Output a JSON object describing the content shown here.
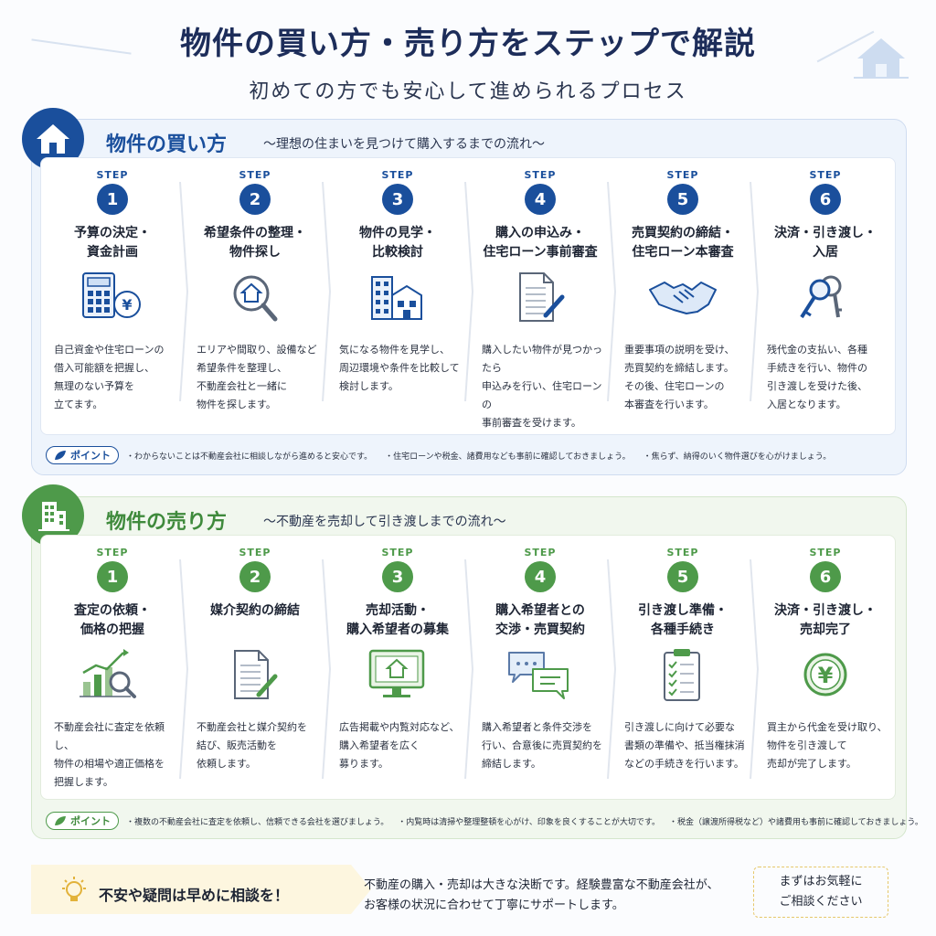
{
  "header": {
    "title": "物件の買い方・売り方をステップで解説",
    "subtitle": "初めての方でも安心して進められるプロセス"
  },
  "buy": {
    "title": "物件の買い方",
    "subtitle": "〜理想の住まいを見つけて購入するまでの流れ〜",
    "accent": "#1a4f9c",
    "step_label": "STEP",
    "steps": [
      {
        "num": "1",
        "title": "予算の決定・\n資金計画",
        "icon": "calculator-yen-icon",
        "desc": "自己資金や住宅ローンの\n借入可能額を把握し、\n無理のない予算を\n立てます。"
      },
      {
        "num": "2",
        "title": "希望条件の整理・\n物件探し",
        "icon": "magnifier-house-icon",
        "desc": "エリアや間取り、設備など\n希望条件を整理し、\n不動産会社と一緒に\n物件を探します。"
      },
      {
        "num": "3",
        "title": "物件の見学・\n比較検討",
        "icon": "buildings-icon",
        "desc": "気になる物件を見学し、\n周辺環境や条件を比較して\n検討します。"
      },
      {
        "num": "4",
        "title": "購入の申込み・\n住宅ローン事前審査",
        "icon": "document-pen-icon",
        "desc": "購入したい物件が見つかったら\n申込みを行い、住宅ローンの\n事前審査を受けます。"
      },
      {
        "num": "5",
        "title": "売買契約の締結・\n住宅ローン本審査",
        "icon": "handshake-icon",
        "desc": "重要事項の説明を受け、\n売買契約を締結します。\nその後、住宅ローンの\n本審査を行います。"
      },
      {
        "num": "6",
        "title": "決済・引き渡し・\n入居",
        "icon": "keys-icon",
        "desc": "残代金の支払い、各種\n手続きを行い、物件の\n引き渡しを受けた後、\n入居となります。"
      }
    ],
    "point_label": "ポイント",
    "points": [
      "・わからないことは不動産会社に相談しながら進めると安心です。",
      "・住宅ローンや税金、諸費用なども事前に確認しておきましょう。",
      "・焦らず、納得のいく物件選びを心がけましょう。"
    ]
  },
  "sell": {
    "title": "物件の売り方",
    "subtitle": "〜不動産を売却して引き渡しまでの流れ〜",
    "accent": "#4e9a4a",
    "step_label": "STEP",
    "steps": [
      {
        "num": "1",
        "title": "査定の依頼・\n価格の把握",
        "icon": "chart-magnifier-icon",
        "desc": "不動産会社に査定を依頼し、\n物件の相場や適正価格を\n把握します。"
      },
      {
        "num": "2",
        "title": "媒介契約の締結",
        "icon": "contract-pen-icon",
        "desc": "不動産会社と媒介契約を\n結び、販売活動を\n依頼します。"
      },
      {
        "num": "3",
        "title": "売却活動・\n購入希望者の募集",
        "icon": "monitor-house-icon",
        "desc": "広告掲載や内覧対応など、\n購入希望者を広く\n募ります。"
      },
      {
        "num": "4",
        "title": "購入希望者との\n交渉・売買契約",
        "icon": "chat-bubbles-icon",
        "desc": "購入希望者と条件交渉を\n行い、合意後に売買契約を\n締結します。"
      },
      {
        "num": "5",
        "title": "引き渡し準備・\n各種手続き",
        "icon": "checklist-clipboard-icon",
        "desc": "引き渡しに向けて必要な\n書類の準備や、抵当権抹消\nなどの手続きを行います。"
      },
      {
        "num": "6",
        "title": "決済・引き渡し・\n売却完了",
        "icon": "yen-coin-icon",
        "desc": "買主から代金を受け取り、\n物件を引き渡して\n売却が完了します。"
      }
    ],
    "point_label": "ポイント",
    "points": [
      "・複数の不動産会社に査定を依頼し、信頼できる会社を選びましょう。",
      "・内覧時は清掃や整理整頓を心がけ、印象を良くすることが大切です。",
      "・税金（譲渡所得税など）や諸費用も事前に確認しておきましょう。"
    ]
  },
  "footer": {
    "title": "不安や疑問は早めに相談を！",
    "text": "不動産の購入・売却は大きな決断です。経験豊富な不動産会社が、\nお客様の状況に合わせて丁寧にサポートします。",
    "cta": "まずはお気軽に\nご相談ください"
  }
}
